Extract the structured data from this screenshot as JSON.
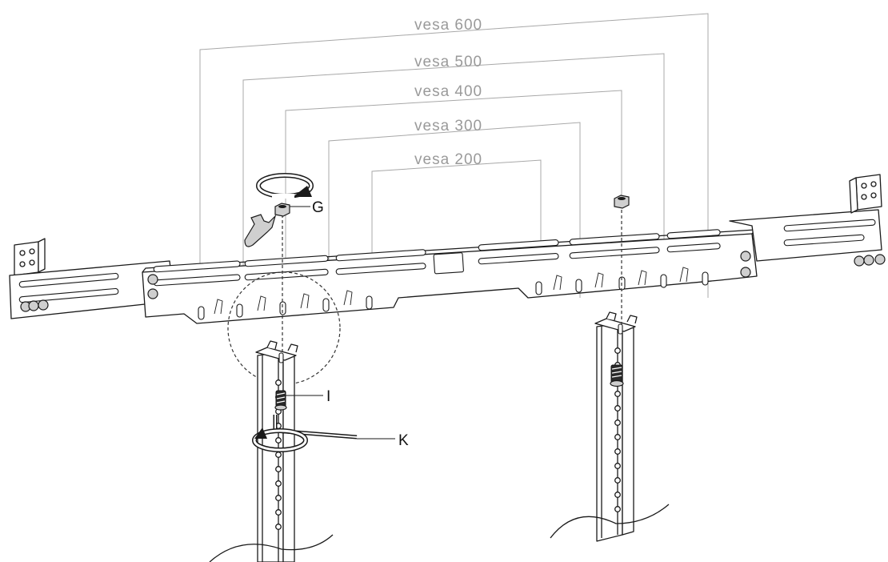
{
  "vesa_labels": [
    "vesa 600",
    "vesa 500",
    "vesa 400",
    "vesa 300",
    "vesa 200"
  ],
  "callouts": {
    "g": "G",
    "i": "I",
    "k": "K"
  },
  "icons": {
    "rotation_arrow": "rotate-arrow-icon",
    "wrench": "wrench-icon",
    "nut": "hex-nut-icon",
    "bolt": "bolt-icon",
    "hex_key": "hex-key-icon"
  },
  "colors": {
    "dimension_lines": "#a8a8a8",
    "line_art": "#1a1a1a"
  }
}
